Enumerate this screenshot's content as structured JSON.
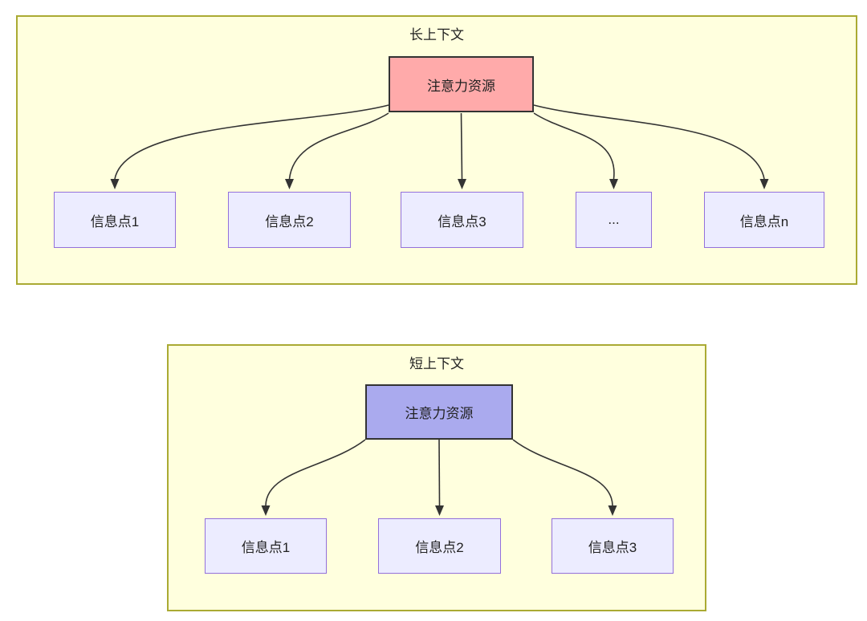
{
  "panels": [
    {
      "title": "长上下文",
      "attention_label": "注意力资源",
      "items": [
        "信息点1",
        "信息点2",
        "信息点3",
        "...",
        "信息点n"
      ]
    },
    {
      "title": "短上下文",
      "attention_label": "注意力资源",
      "items": [
        "信息点1",
        "信息点2",
        "信息点3"
      ]
    }
  ],
  "colors": {
    "page_background": "#ffffff",
    "panel_fill": "#ffffde",
    "panel_border": "#aaaa33",
    "item_fill": "#ececff",
    "item_border": "#9370db",
    "attention_long_fill": "#ffaaaa",
    "attention_short_fill": "#aaaaee",
    "attention_border": "#333333",
    "arrow_color": "#333333",
    "text_color": "#222222"
  }
}
